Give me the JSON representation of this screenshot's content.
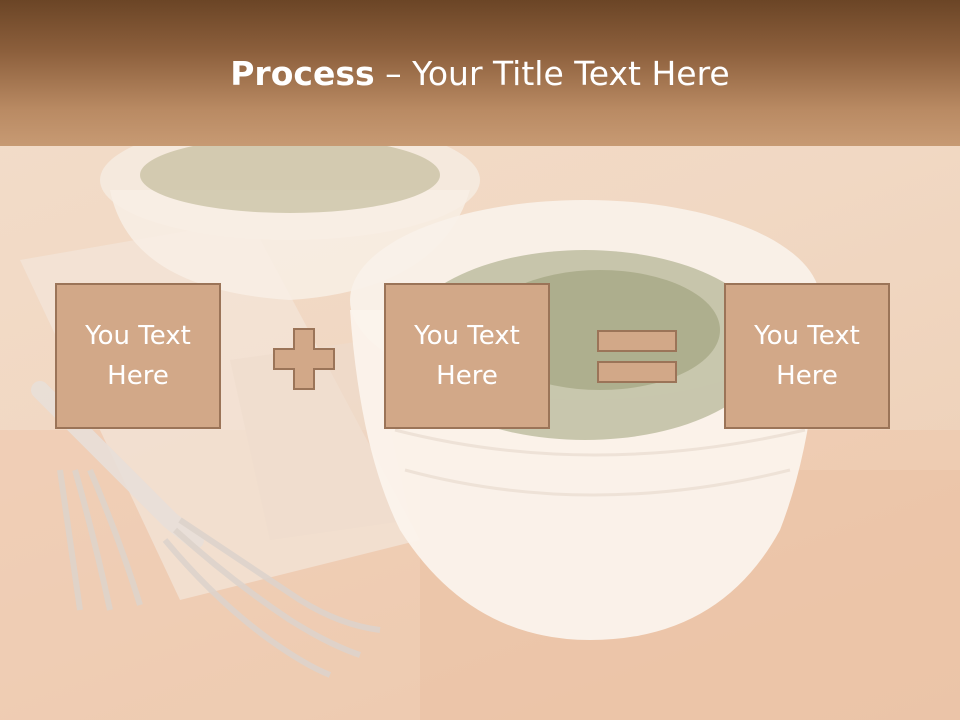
{
  "title": {
    "bold": "Process",
    "rest": " – Your Title Text Here"
  },
  "boxes": [
    {
      "line1": "You Text",
      "line2": "Here"
    },
    {
      "line1": "You Text",
      "line2": "Here"
    },
    {
      "line1": "You Text",
      "line2": "Here"
    }
  ],
  "icons": {
    "operator_1": "plus-icon",
    "operator_2": "equals-icon"
  },
  "colors": {
    "title_bar": "#8c5f3c",
    "box_fill": "#d2a888",
    "box_border": "#9b7458",
    "text": "#ffffff"
  }
}
